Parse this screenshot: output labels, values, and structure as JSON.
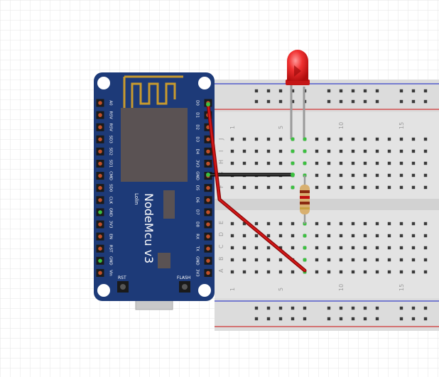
{
  "board": {
    "title": "NodeMcu v3",
    "subtitle": "Lolin",
    "left_pins": [
      "A0",
      "RSV",
      "RSV",
      "SD3",
      "SD2",
      "SD1",
      "CMD",
      "SD0",
      "CLK",
      "GND",
      "3V3",
      "EN",
      "RST",
      "GND",
      "Vin"
    ],
    "right_pins": [
      "D0",
      "D1",
      "D2",
      "D3",
      "D4",
      "3V3",
      "GND",
      "D5",
      "D6",
      "D7",
      "D8",
      "RX",
      "TX",
      "GND",
      "3V3"
    ],
    "rst_label": "RST",
    "flash_label": "FLASH",
    "colors": {
      "pcb": "#1d3a78",
      "pin_gold": "#b08a2e",
      "module": "#5a5253"
    }
  },
  "breadboard": {
    "column_numbers": [
      "5",
      "10",
      "15"
    ],
    "row_letters_top": [
      "J",
      "I",
      "H",
      "G",
      "F"
    ],
    "row_letters_bottom": [
      "E",
      "D",
      "C",
      "B",
      "A"
    ],
    "colors": {
      "body": "#e3e3e3",
      "rail_blue": "#3a43c8",
      "rail_red": "#d03434"
    }
  },
  "parts": {
    "led_color": "#e02424",
    "resistor_color": "#d8b070",
    "wire_red": "#c01010",
    "wire_black": "#1a1a1a"
  }
}
